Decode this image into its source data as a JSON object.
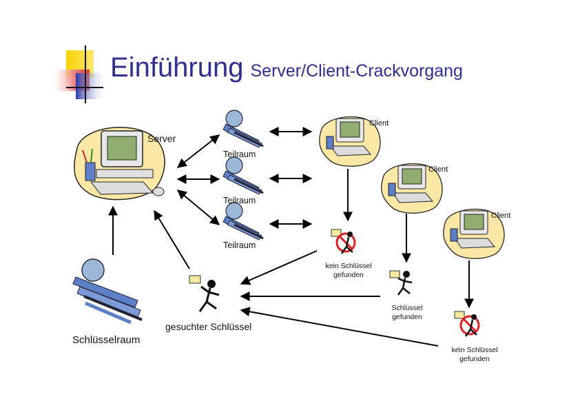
{
  "title": {
    "main": "Einführung",
    "sub": "Server/Client-Crackvorgang"
  },
  "labels": {
    "server": "Server",
    "teilraum_1": "Teilraum",
    "teilraum_2": "Teilraum",
    "teilraum_3": "Teilraum",
    "client_1": "Client",
    "client_2": "Client",
    "client_3": "Client",
    "schluesselraum": "Schlüsselraum",
    "gesucht": "gesuchter Schlüssel",
    "kein_1_line1": "kein Schlüssel",
    "kein_1_line2": "gefunden",
    "found_line1": "Schlüssel",
    "found_line2": "gefunden",
    "kein_2_line1": "kein Schlüssel",
    "kein_2_line2": "gefunden"
  },
  "colors": {
    "title": "#2e2f8f",
    "accent_yellow": "#f7d100",
    "accent_red": "#e53030",
    "accent_blue": "#2b3aa8",
    "blob": "#fbe7a6",
    "arrow": "#000000"
  },
  "icons": [
    "computer-icon",
    "key-stack-icon",
    "person-running-icon",
    "no-sign-icon",
    "letter-icon"
  ]
}
